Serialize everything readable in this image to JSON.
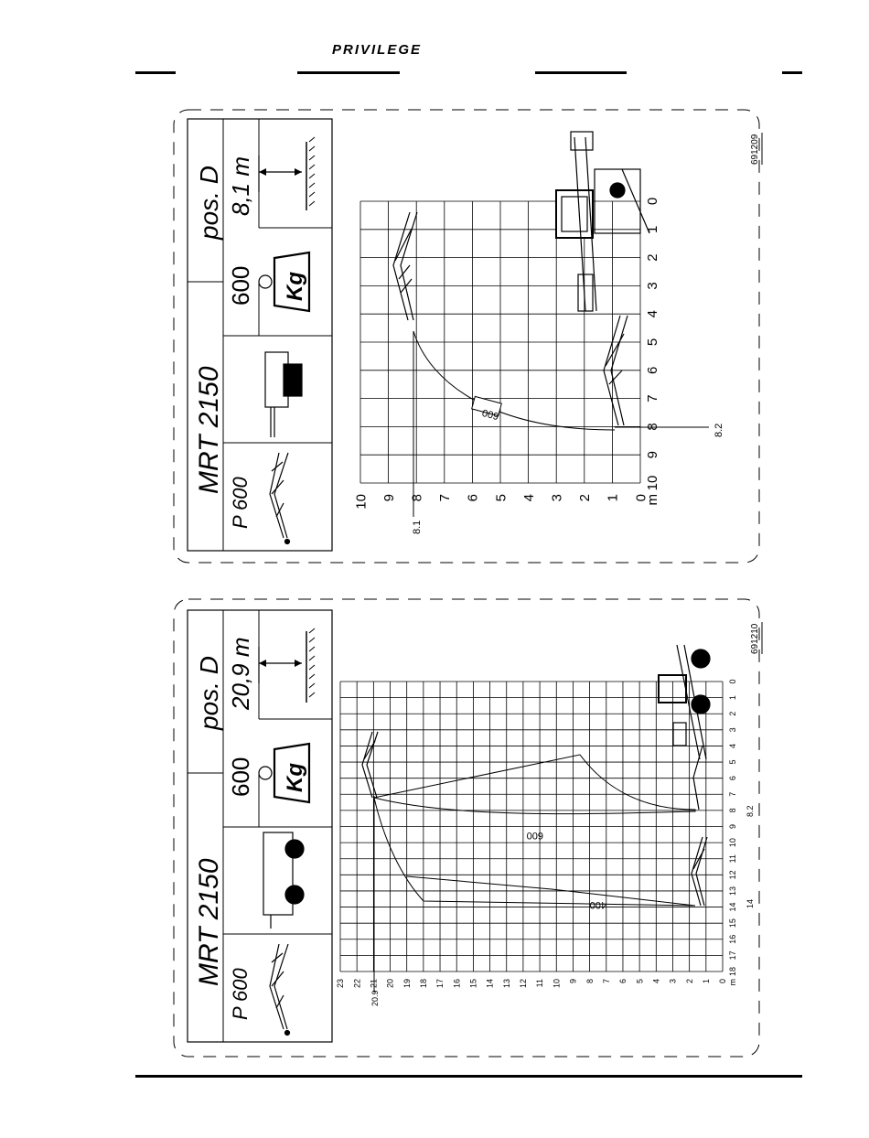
{
  "header": {
    "brand": "PRIVILEGE"
  },
  "charts": [
    {
      "model": "MRT 2150",
      "attachment": "P 600",
      "load": "600",
      "load_unit": "Kg",
      "position": "pos. D",
      "height": "8,1 m",
      "code": "691209",
      "unit": "m",
      "marks": {
        "height": "8.1",
        "reach": "8.2"
      },
      "zone_label": "600",
      "chart_data": {
        "type": "area",
        "xlim": [
          0,
          10
        ],
        "ylim": [
          0,
          10
        ],
        "x_ticks": [
          10,
          9,
          8,
          7,
          6,
          5,
          4,
          3,
          2,
          1,
          0
        ],
        "y_ticks": [
          10,
          9,
          8,
          7,
          6,
          5,
          4,
          3,
          2,
          1,
          0
        ],
        "series": [
          {
            "name": "600",
            "values": [
              [
                0,
                8.1
              ],
              [
                1.5,
                8.1
              ],
              [
                3,
                6.5
              ],
              [
                5,
                3.8
              ],
              [
                7,
                1.2
              ],
              [
                8.2,
                0.1
              ]
            ]
          }
        ]
      }
    },
    {
      "model": "MRT 2150",
      "attachment": "P 600",
      "load": "600",
      "load_unit": "Kg",
      "position": "pos. D",
      "height": "20,9 m",
      "code": "691210",
      "unit": "m",
      "marks": {
        "height": "20.9",
        "reach1": "8.2",
        "reach2": "14"
      },
      "zone_labels": [
        "600",
        "400"
      ],
      "chart_data": {
        "type": "area",
        "xlim": [
          0,
          18
        ],
        "ylim": [
          0,
          23
        ],
        "x_ticks": [
          18,
          17,
          16,
          15,
          14,
          13,
          12,
          11,
          10,
          9,
          8,
          7,
          6,
          5,
          4,
          3,
          2,
          1,
          0
        ],
        "y_ticks": [
          23,
          22,
          21,
          20,
          19,
          18,
          17,
          16,
          15,
          14,
          13,
          12,
          11,
          10,
          9,
          8,
          7,
          6,
          5,
          4,
          3,
          2,
          1,
          0
        ],
        "series": [
          {
            "name": "600",
            "values": [
              [
                4.5,
                8
              ],
              [
                5,
                21
              ],
              [
                8.2,
                1
              ],
              [
                4.5,
                20.9
              ]
            ]
          },
          {
            "name": "400",
            "values": [
              [
                14,
                17.5
              ],
              [
                13,
                7.5
              ],
              [
                14,
                1
              ],
              [
                13.5,
                18.5
              ]
            ]
          }
        ]
      }
    }
  ]
}
